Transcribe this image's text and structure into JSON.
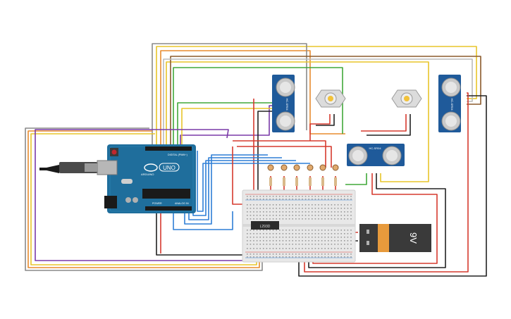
{
  "arduino": {
    "digital_label": "DIGITAL (PWM~)",
    "brand_label": "ARDUINO",
    "model_label": "UNO",
    "power_label": "POWER",
    "analog_label": "ANALOG IN",
    "board_color": "#1f6e9c"
  },
  "sensors": [
    {
      "label": "HC-SR04"
    },
    {
      "label": "HC-SR04"
    },
    {
      "label": "HC-SR04"
    }
  ],
  "motors": [
    {
      "name": "dc-motor"
    },
    {
      "name": "dc-motor"
    }
  ],
  "driver_chip": {
    "label": "L293D"
  },
  "battery": {
    "label": "9V",
    "colors": {
      "body": "#3a3a3a",
      "cap": "#e79a3c"
    }
  },
  "breadboard": {
    "color": "#e8e8e8"
  },
  "wire_colors": {
    "red": "#d63a2e",
    "black": "#222222",
    "orange": "#e88b2f",
    "yellow": "#e8c52a",
    "green": "#41a83a",
    "purple": "#7a3aa8",
    "blue": "#2f7fd6",
    "gray": "#8a8a8a",
    "brown": "#8b5a2b",
    "white": "#bbbbbb"
  }
}
